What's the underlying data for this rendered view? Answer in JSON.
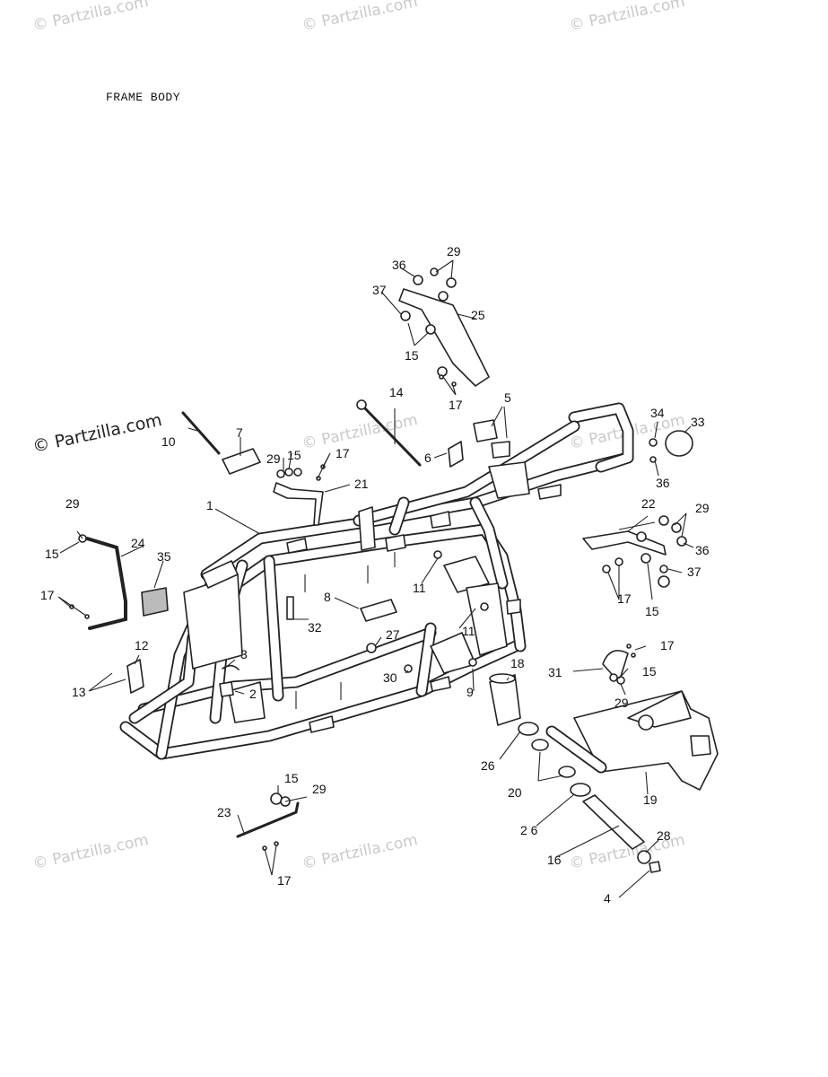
{
  "title": "FRAME BODY",
  "watermark": "© Partzilla.com",
  "callouts": [
    {
      "id": "c1",
      "text": "1"
    },
    {
      "id": "c2",
      "text": "2"
    },
    {
      "id": "c3",
      "text": "3"
    },
    {
      "id": "c4",
      "text": "4"
    },
    {
      "id": "c5",
      "text": "5"
    },
    {
      "id": "c6",
      "text": "6"
    },
    {
      "id": "c7",
      "text": "7"
    },
    {
      "id": "c8",
      "text": "8"
    },
    {
      "id": "c9",
      "text": "9"
    },
    {
      "id": "c10",
      "text": "10"
    },
    {
      "id": "c11a",
      "text": "11"
    },
    {
      "id": "c11b",
      "text": "11"
    },
    {
      "id": "c12",
      "text": "12"
    },
    {
      "id": "c13",
      "text": "13"
    },
    {
      "id": "c14",
      "text": "14"
    },
    {
      "id": "c15a",
      "text": "15"
    },
    {
      "id": "c15b",
      "text": "15"
    },
    {
      "id": "c15c",
      "text": "15"
    },
    {
      "id": "c15d",
      "text": "15"
    },
    {
      "id": "c15e",
      "text": "15"
    },
    {
      "id": "c15f",
      "text": "15"
    },
    {
      "id": "c16",
      "text": "16"
    },
    {
      "id": "c17a",
      "text": "17"
    },
    {
      "id": "c17b",
      "text": "17"
    },
    {
      "id": "c17c",
      "text": "17"
    },
    {
      "id": "c17d",
      "text": "17"
    },
    {
      "id": "c17e",
      "text": "17"
    },
    {
      "id": "c17f",
      "text": "17"
    },
    {
      "id": "c18",
      "text": "18"
    },
    {
      "id": "c19",
      "text": "19"
    },
    {
      "id": "c20",
      "text": "20"
    },
    {
      "id": "c21",
      "text": "21"
    },
    {
      "id": "c22",
      "text": "22"
    },
    {
      "id": "c23",
      "text": "23"
    },
    {
      "id": "c24",
      "text": "24"
    },
    {
      "id": "c25",
      "text": "25"
    },
    {
      "id": "c26a",
      "text": "26"
    },
    {
      "id": "c26b",
      "text": "2 6"
    },
    {
      "id": "c27",
      "text": "27"
    },
    {
      "id": "c28",
      "text": "28"
    },
    {
      "id": "c29a",
      "text": "29"
    },
    {
      "id": "c29b",
      "text": "29"
    },
    {
      "id": "c29c",
      "text": "29"
    },
    {
      "id": "c29d",
      "text": "29"
    },
    {
      "id": "c29e",
      "text": "29"
    },
    {
      "id": "c29f",
      "text": "29"
    },
    {
      "id": "c30",
      "text": "30"
    },
    {
      "id": "c31",
      "text": "31"
    },
    {
      "id": "c32",
      "text": "32"
    },
    {
      "id": "c33",
      "text": "33"
    },
    {
      "id": "c34",
      "text": "34"
    },
    {
      "id": "c35",
      "text": "35"
    },
    {
      "id": "c36a",
      "text": "36"
    },
    {
      "id": "c36b",
      "text": "36"
    },
    {
      "id": "c36c",
      "text": "36"
    },
    {
      "id": "c37a",
      "text": "37"
    },
    {
      "id": "c37b",
      "text": "37"
    }
  ]
}
